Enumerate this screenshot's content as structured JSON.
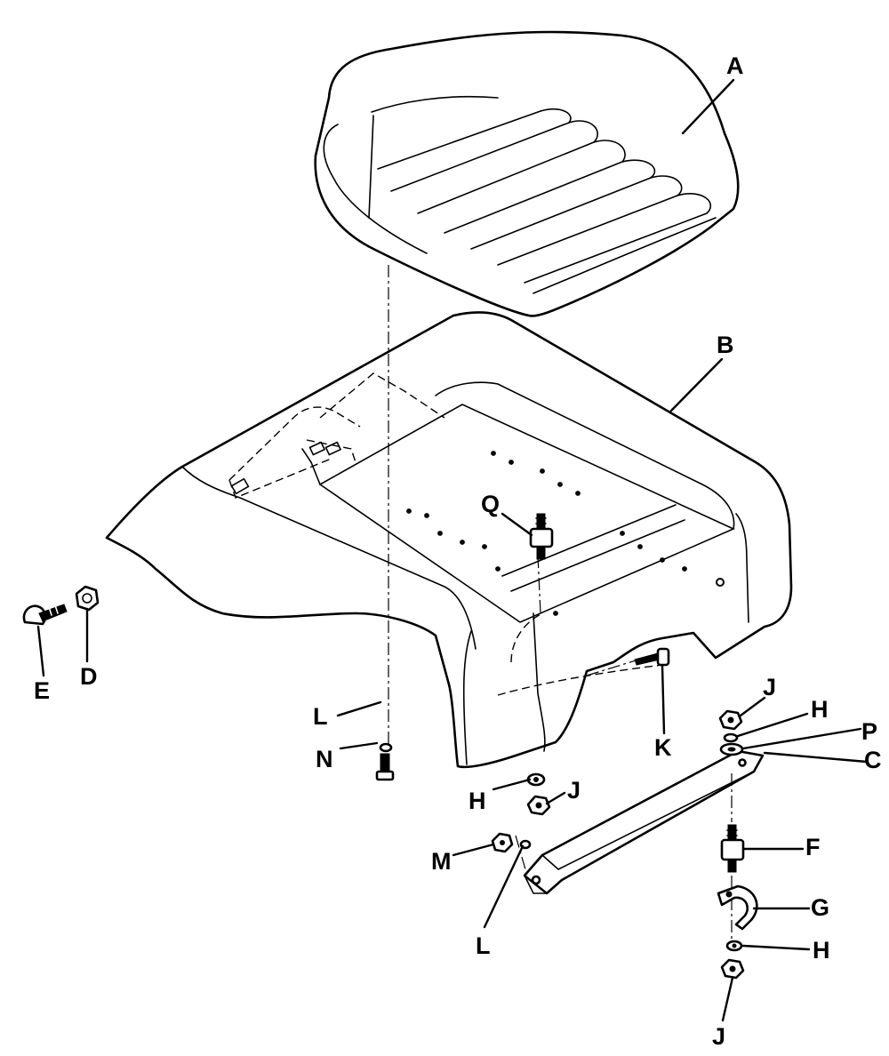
{
  "labels": {
    "A": "A",
    "B": "B",
    "C": "C",
    "D": "D",
    "E": "E",
    "F": "F",
    "G": "G",
    "H1": "H",
    "H2": "H",
    "H3": "H",
    "J1": "J",
    "J2": "J",
    "J3": "J",
    "K": "K",
    "L1": "L",
    "L2": "L",
    "M": "M",
    "N": "N",
    "P": "P",
    "Q": "Q"
  }
}
